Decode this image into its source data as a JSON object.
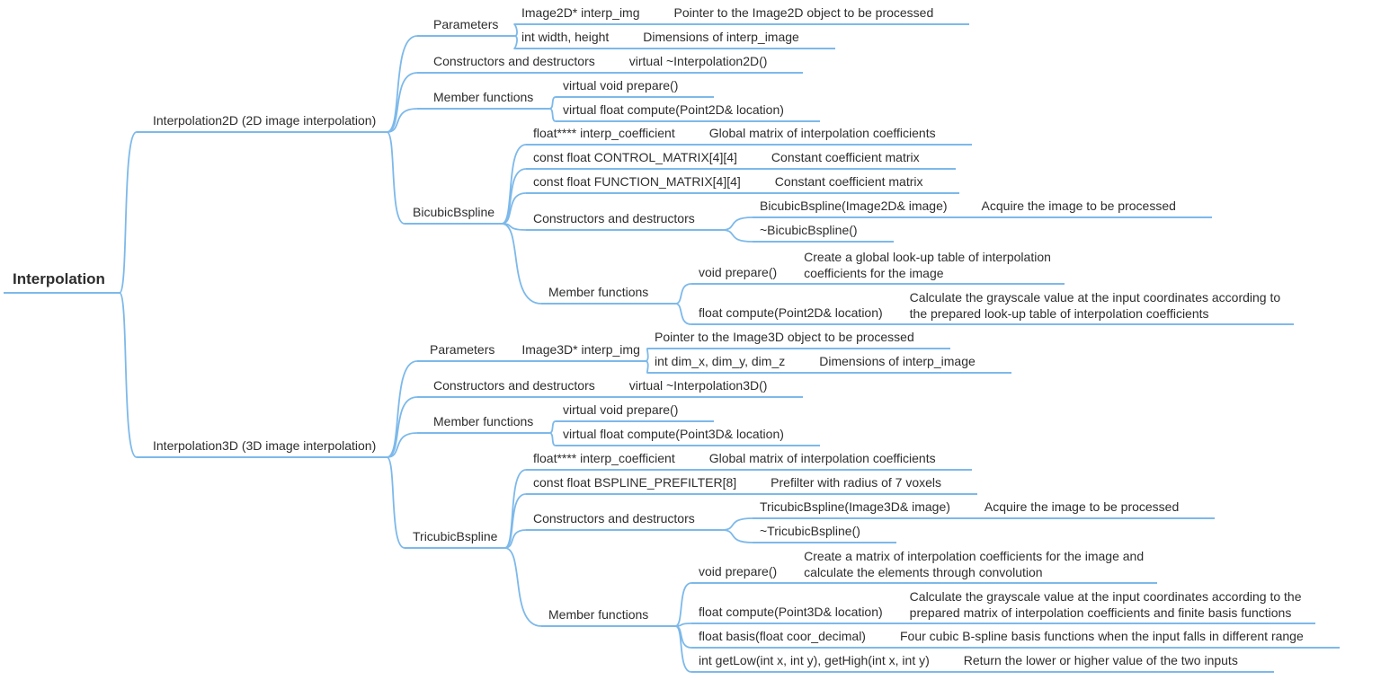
{
  "colors": {
    "line": "#7db9ea",
    "text": "#2d2d2d",
    "background": "#ffffff"
  },
  "tree": {
    "label": "Interpolation",
    "children": [
      {
        "label": "Interpolation2D (2D image interpolation)",
        "children": [
          {
            "label": "Parameters",
            "children": [
              {
                "label": "Image2D* interp_img",
                "note": "Pointer to the Image2D object to be processed"
              },
              {
                "label": "int width, height",
                "note": "Dimensions of interp_image"
              }
            ]
          },
          {
            "label": "Constructors and destructors",
            "note": "virtual ~Interpolation2D()"
          },
          {
            "label": "Member functions",
            "children": [
              {
                "label": "virtual void prepare()"
              },
              {
                "label": "virtual float compute(Point2D& location)"
              }
            ]
          },
          {
            "label": "BicubicBspline",
            "children": [
              {
                "label": "float**** interp_coefficient",
                "note": "Global matrix of interpolation coefficients"
              },
              {
                "label": "const float CONTROL_MATRIX[4][4]",
                "note": "Constant coefficient matrix"
              },
              {
                "label": "const float FUNCTION_MATRIX[4][4]",
                "note": "Constant coefficient matrix"
              },
              {
                "label": "Constructors and destructors",
                "children": [
                  {
                    "label": "BicubicBspline(Image2D& image)",
                    "note": "Acquire the image to be processed"
                  },
                  {
                    "label": "~BicubicBspline()"
                  }
                ]
              },
              {
                "label": "Member functions",
                "children": [
                  {
                    "label": "void prepare()",
                    "note": "Create a global look-up table of interpolation\ncoefficients for the image"
                  },
                  {
                    "label": "float compute(Point2D& location)",
                    "note": "Calculate the grayscale value at the input coordinates according to\nthe prepared look-up table of interpolation coefficients"
                  }
                ]
              }
            ]
          }
        ]
      },
      {
        "label": "Interpolation3D (3D image interpolation)",
        "children": [
          {
            "label": "Parameters",
            "sub": "Image3D* interp_img",
            "children": [
              {
                "label": "Pointer to the Image3D object to be processed"
              },
              {
                "label": "int dim_x, dim_y, dim_z",
                "note": "Dimensions of interp_image"
              }
            ]
          },
          {
            "label": "Constructors and destructors",
            "note": "virtual ~Interpolation3D()"
          },
          {
            "label": "Member functions",
            "children": [
              {
                "label": "virtual void prepare()"
              },
              {
                "label": "virtual float compute(Point3D& location)"
              }
            ]
          },
          {
            "label": "TricubicBspline",
            "children": [
              {
                "label": "float**** interp_coefficient",
                "note": "Global matrix of interpolation coefficients"
              },
              {
                "label": "const float BSPLINE_PREFILTER[8]",
                "note": "Prefilter with radius of 7 voxels"
              },
              {
                "label": "Constructors and destructors",
                "children": [
                  {
                    "label": "TricubicBspline(Image3D& image)",
                    "note": "Acquire the image to be processed"
                  },
                  {
                    "label": "~TricubicBspline()"
                  }
                ]
              },
              {
                "label": "Member functions",
                "children": [
                  {
                    "label": "void prepare()",
                    "note": "Create a matrix of interpolation coefficients for the image and\ncalculate the elements through convolution"
                  },
                  {
                    "label": "float compute(Point3D& location)",
                    "note": "Calculate the grayscale value at the input coordinates according to the\nprepared matrix of interpolation coefficients and finite basis functions"
                  },
                  {
                    "label": "float basis(float coor_decimal)",
                    "note": "Four cubic B-spline basis functions when the input falls in different range"
                  },
                  {
                    "label": "int getLow(int x, int y), getHigh(int x, int y)",
                    "note": "Return the lower or higher value of the two inputs"
                  }
                ]
              }
            ]
          }
        ]
      }
    ]
  },
  "edges": [
    [
      "root",
      "i2d"
    ],
    [
      "root",
      "i3d"
    ],
    [
      "i2d",
      "p2d"
    ],
    [
      "i2d",
      "c2d"
    ],
    [
      "i2d",
      "m2d"
    ],
    [
      "i2d",
      "bb"
    ],
    [
      "p2d",
      "r1"
    ],
    [
      "p2d",
      "r2"
    ],
    [
      "m2d",
      "r4"
    ],
    [
      "m2d",
      "r5"
    ],
    [
      "bb",
      "r6"
    ],
    [
      "bb",
      "r7"
    ],
    [
      "bb",
      "r8"
    ],
    [
      "bb",
      "cbb"
    ],
    [
      "bb",
      "mbb"
    ],
    [
      "cbb",
      "r9"
    ],
    [
      "cbb",
      "r10"
    ],
    [
      "mbb",
      "r11"
    ],
    [
      "mbb",
      "r12"
    ],
    [
      "i3d",
      "p3d"
    ],
    [
      "i3d",
      "c3d"
    ],
    [
      "i3d",
      "m3d"
    ],
    [
      "i3d",
      "tb"
    ],
    [
      "p3d",
      "r13"
    ],
    [
      "p3d",
      "r14"
    ],
    [
      "m3d",
      "r16"
    ],
    [
      "m3d",
      "r17"
    ],
    [
      "tb",
      "r18"
    ],
    [
      "tb",
      "r19"
    ],
    [
      "tb",
      "ctb"
    ],
    [
      "tb",
      "mtb"
    ],
    [
      "ctb",
      "r20"
    ],
    [
      "ctb",
      "r21"
    ],
    [
      "mtb",
      "r22"
    ],
    [
      "mtb",
      "r23"
    ],
    [
      "mtb",
      "r24"
    ],
    [
      "mtb",
      "r25"
    ]
  ]
}
